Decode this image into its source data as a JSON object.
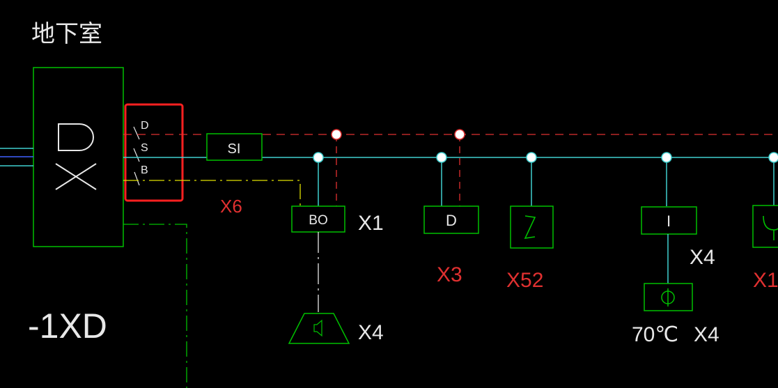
{
  "title": "地下室",
  "panel": {
    "symbol_letters": "D",
    "cross_letters": "X",
    "name": "-1XD"
  },
  "panel_lines": {
    "d": "D",
    "s": "S",
    "b": "B"
  },
  "si_box": "SI",
  "cable_labels": {
    "x6": "X6"
  },
  "devices": [
    {
      "box": "BO",
      "qty": "X1"
    },
    {
      "box": "D",
      "qty": "X3"
    },
    {
      "box": "",
      "qty": "X52"
    },
    {
      "box": "I",
      "qty": "X4"
    },
    {
      "box": "",
      "qty": "X1"
    }
  ],
  "speaker": {
    "qty": "X4"
  },
  "thermo": {
    "temp": "70℃",
    "qty": "X4"
  },
  "colors": {
    "background": "#000000",
    "green": "#00c000",
    "cyan": "#40d0d0",
    "red": "#e03030",
    "yellow": "#e0e000",
    "white": "#ffffff",
    "highlight": "#ff2020"
  }
}
